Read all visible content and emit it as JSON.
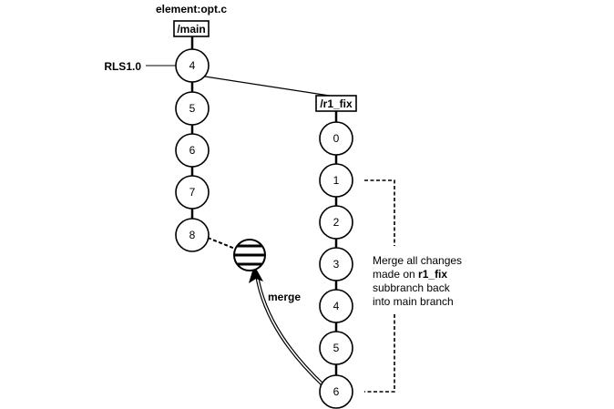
{
  "title": "element:opt.c",
  "main_branch": {
    "label": "/main",
    "versions": [
      "4",
      "5",
      "6",
      "7",
      "8"
    ]
  },
  "label_tag": "RLS1.0",
  "sub_branch": {
    "label": "/r1_fix",
    "versions": [
      "0",
      "1",
      "2",
      "3",
      "4",
      "5",
      "6"
    ]
  },
  "merge_label": "merge",
  "annotation": {
    "line1": "Merge all changes",
    "line2_prefix": "made on ",
    "line2_bold": "r1_fix",
    "line3": "subbranch back",
    "line4": "into main branch"
  }
}
